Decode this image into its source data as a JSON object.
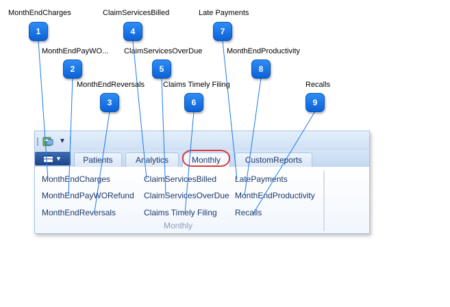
{
  "callouts": [
    {
      "number": "1",
      "label": "MonthEndCharges"
    },
    {
      "number": "2",
      "label": "MonthEndPayWO..."
    },
    {
      "number": "3",
      "label": "MonthEndReversals"
    },
    {
      "number": "4",
      "label": "ClaimServicesBilled"
    },
    {
      "number": "5",
      "label": "ClaimServicesOverDue"
    },
    {
      "number": "6",
      "label": "Claims Timely Filing"
    },
    {
      "number": "7",
      "label": "Late Payments"
    },
    {
      "number": "8",
      "label": "MonthEndProductivity"
    },
    {
      "number": "9",
      "label": "Recalls"
    }
  ],
  "ribbon": {
    "tabs": [
      "Patients",
      "Analytics",
      "Monthly",
      "CustomReports"
    ],
    "active_tab": "Monthly",
    "group_label": "Monthly",
    "items": {
      "month_end_charges": "MonthEndCharges",
      "month_end_pay_wo_refund": "MonthEndPayWORefund",
      "month_end_reversals": "MonthEndReversals",
      "claim_services_billed": "ClaimServicesBilled",
      "claim_services_overdue": "ClaimServicesOverDue",
      "claims_timely_filing": "Claims Timely Filing",
      "late_payments": "LatePayments",
      "month_end_productivity": "MonthEndProductivity",
      "recalls": "Recalls"
    }
  },
  "colors": {
    "badge": "#1a78ec",
    "callout_line": "#1a78ec",
    "highlight": "#d9393c"
  }
}
